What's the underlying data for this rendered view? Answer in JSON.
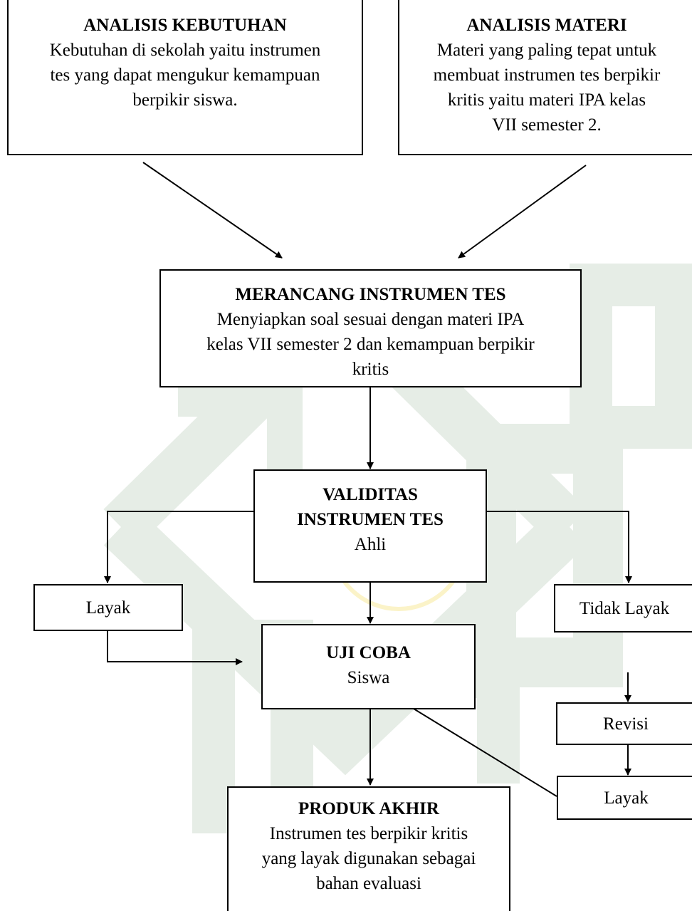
{
  "colors": {
    "watermark": "#e6ede6",
    "watermark_accent": "#fbf3c8",
    "ink": "#000000"
  },
  "boxes": {
    "analisis_kebutuhan": {
      "title": "ANALISIS KEBUTUHAN",
      "lines": [
        "Kebutuhan di sekolah yaitu instrumen",
        "tes yang dapat mengukur kemampuan",
        "berpikir siswa."
      ]
    },
    "analisis_materi": {
      "title": "ANALISIS MATERI",
      "lines": [
        "Materi yang paling tepat untuk",
        "membuat instrumen tes berpikir",
        "kritis yaitu materi IPA kelas",
        "VII semester 2."
      ]
    },
    "merancang": {
      "title": "MERANCANG INSTRUMEN TES",
      "lines": [
        "Menyiapkan soal sesuai dengan materi IPA",
        "kelas VII semester 2 dan kemampuan berpikir",
        "kritis"
      ]
    },
    "validitas": {
      "title_lines": [
        "VALIDITAS",
        "INSTRUMEN TES"
      ],
      "text": "Ahli"
    },
    "layak_left": {
      "text": "Layak"
    },
    "uji_coba": {
      "title": "UJI COBA",
      "text": "Siswa"
    },
    "tidak_layak": {
      "text": "Tidak Layak"
    },
    "revisi": {
      "text": "Revisi"
    },
    "layak_right": {
      "text": "Layak"
    },
    "produk_akhir": {
      "title": "PRODUK AKHIR",
      "lines": [
        "Instrumen tes berpikir kritis",
        "yang layak digunakan sebagai",
        "bahan evaluasi"
      ]
    }
  }
}
